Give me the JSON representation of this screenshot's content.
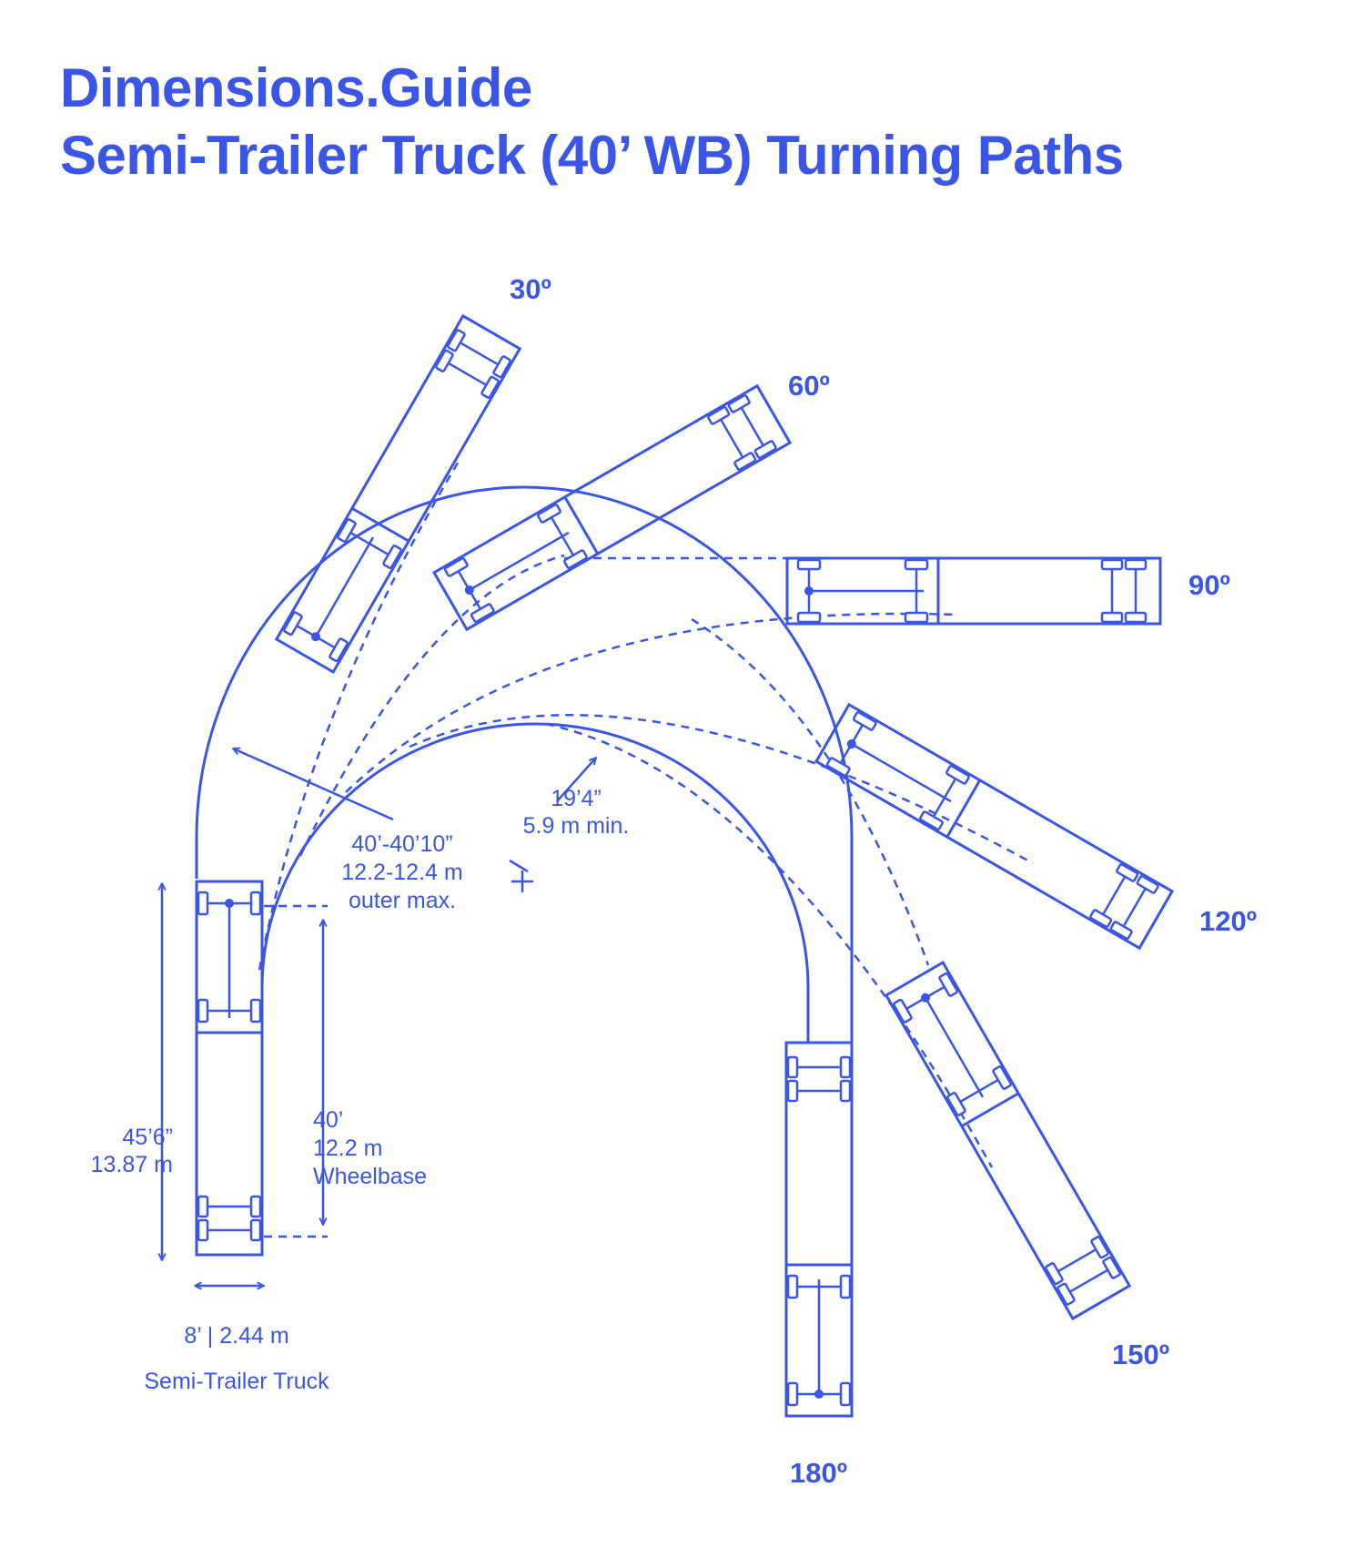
{
  "header": {
    "site": "Dimensions.Guide",
    "title": "Semi-Trailer Truck (40’ WB) Turning Paths"
  },
  "angles": [
    "30º",
    "60º",
    "90º",
    "120º",
    "150º",
    "180º"
  ],
  "dimensions": {
    "length_ft": "45’6”",
    "length_m": "13.87 m",
    "wheelbase_ft": "40’",
    "wheelbase_m": "12.2 m",
    "wheelbase_label": "Wheelbase",
    "width": "8’ | 2.44 m",
    "outer_ft": "40’-40’10”",
    "outer_m": "12.2-12.4 m",
    "outer_label": "outer max.",
    "inner_ft": "19’4”",
    "inner_m": "5.9 m min."
  },
  "vehicle_label": "Semi-Trailer Truck",
  "colors": {
    "accent": "#3b56e6",
    "background": "#ffffff"
  }
}
